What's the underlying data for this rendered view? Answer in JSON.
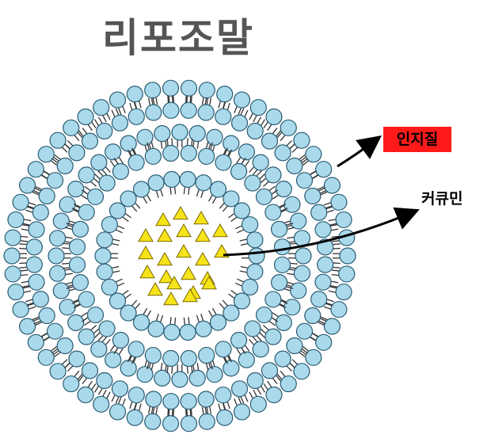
{
  "title": "리포조말",
  "watermark": "",
  "labels": {
    "lipid": "인지질",
    "curcumin": "커큐민"
  },
  "colors": {
    "head_fill": "#a9d9ea",
    "head_stroke": "#2a5b73",
    "curcumin_fill": "#f7e31a",
    "curcumin_stroke": "#7a6a00",
    "lipid_label_bg": "#ff1a1a",
    "title": "#555555"
  },
  "structure": {
    "bilayers": 2,
    "inner_monolayer": true,
    "curcumin_count": 23
  }
}
